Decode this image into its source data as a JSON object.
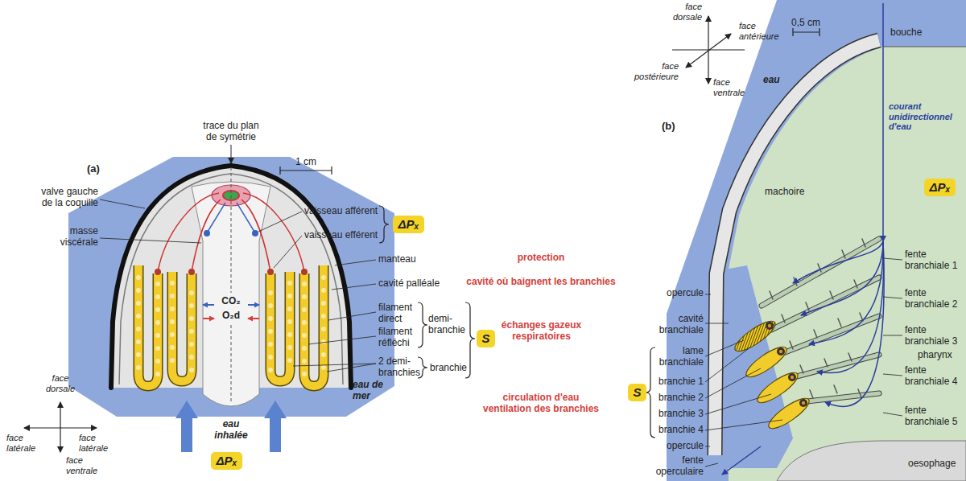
{
  "diagram": {
    "nodes": [
      {
        "text": [
          "ΔPₓ"
        ]
      },
      {
        "text": [
          "S"
        ]
      },
      {
        "text": [
          "ΔPₓ"
        ]
      },
      {
        "text": [
          "ΔPₓ"
        ]
      },
      {
        "text": [
          "S"
        ]
      }
    ],
    "labels": [
      "(a)",
      "trace du plan de symétrie",
      "1 cm",
      "valve gauche de la coquille",
      "masse viscérale",
      "vaisseau afférent",
      "vaisseau efférent",
      "manteau",
      "cavité palléale",
      "filament direct",
      "filament réfléchi",
      "demi-branchie",
      "2 demi-branchies",
      "branchie",
      "CO₂",
      "O₂d",
      "eau inhalée",
      "eau de mer",
      "face dorsale",
      "face latérale",
      "face latérale",
      "face ventrale",
      "protection",
      "cavité où baignent les branchies",
      "échanges gazeux respiratoires",
      "circulation d'eau ventilation des branchies",
      "(b)",
      "face dorsale",
      "face antérieure",
      "face postérieure",
      "face ventrale",
      "0,5 cm",
      "bouche",
      "eau",
      "courant unidirectionnel d'eau",
      "machoire",
      "opercule",
      "cavité branchiale",
      "lame branchiale",
      "branchie 1",
      "branchie 2",
      "branchie 3",
      "branchie 4",
      "opercule",
      "fente operculaire",
      "fente branchiale 1",
      "fente branchiale 2",
      "fente branchiale 3",
      "pharynx",
      "fente branchiale 4",
      "fente branchiale 5",
      "oesophage"
    ]
  }
}
